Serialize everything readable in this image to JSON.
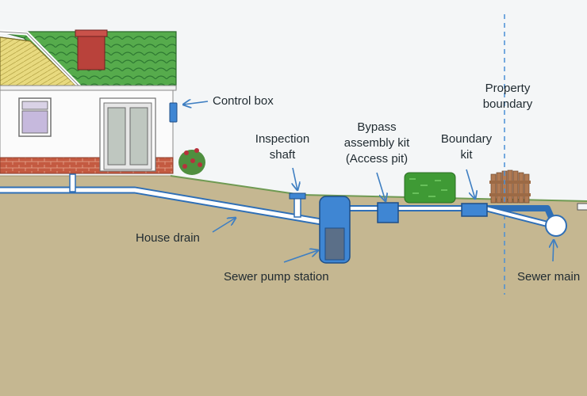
{
  "labels": {
    "control_box": "Control box",
    "inspection_line1": "Inspection",
    "inspection_line2": "shaft",
    "bypass_line1": "Bypass",
    "bypass_line2": "assembly kit",
    "bypass_line3": "(Access pit)",
    "boundary_kit_line1": "Boundary",
    "boundary_kit_line2": "kit",
    "property_line1": "Property",
    "property_line2": "boundary",
    "house_drain": "House drain",
    "pump_station": "Sewer pump station",
    "sewer_main": "Sewer main"
  },
  "colors": {
    "sky": "#f4f6f7",
    "ground": "#c5b791",
    "grass_edge": "#6f9a52",
    "pipe": "#2f6fb6",
    "pipe_fill": "#ffffff",
    "equipment": "#3f86d3",
    "roof": "#52a64a",
    "chimney": "#b7413b",
    "brick": "#c0573e",
    "fence": "#b07a53",
    "hedge": "#3f9a35",
    "boundary_line": "#4a8fd6",
    "arrow": "#3f7fc2"
  }
}
